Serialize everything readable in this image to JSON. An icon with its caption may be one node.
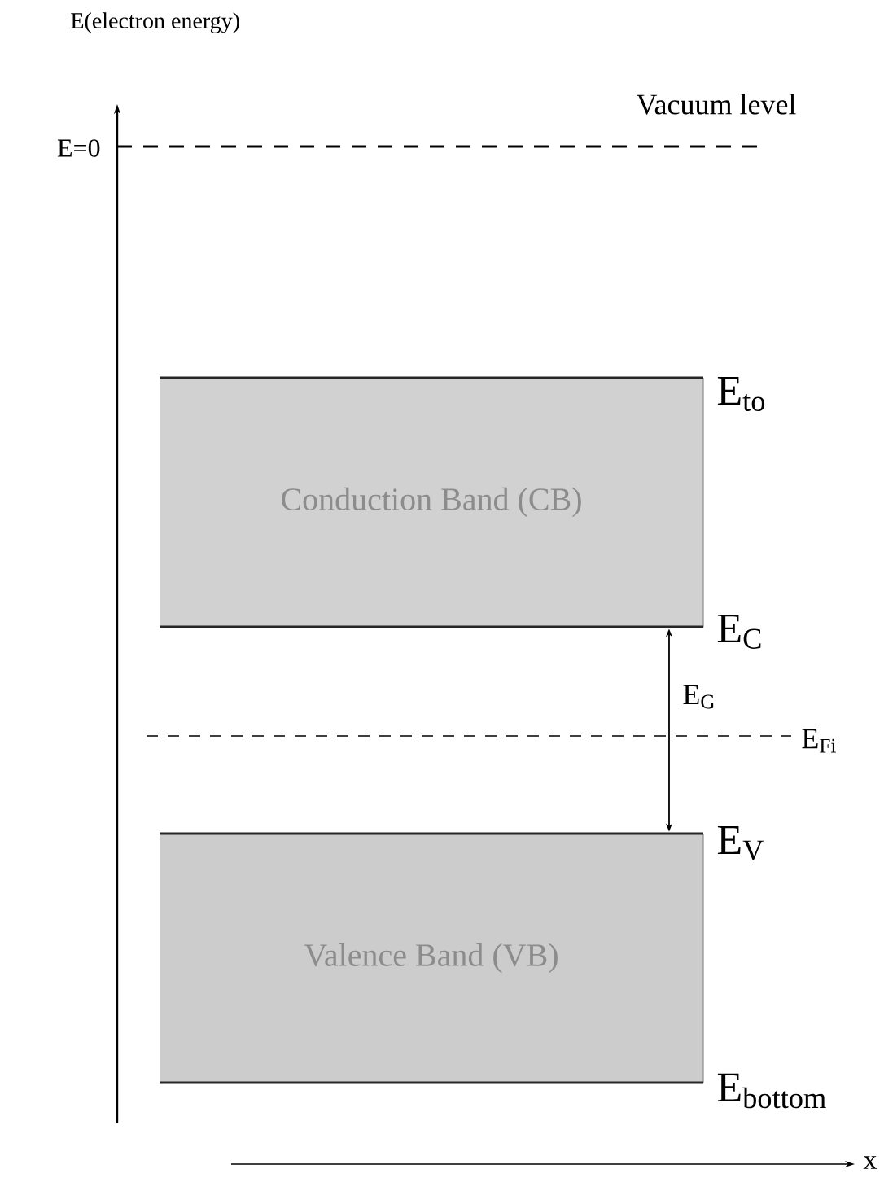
{
  "diagram": {
    "nodes": [
      {
        "text": [
          "Conduction Band (CB)"
        ]
      },
      {
        "text": [
          "Valence Band (VB)"
        ]
      }
    ],
    "edges": [
      {
        "from": 0,
        "to": 1,
        "arrow": "both",
        "label": "E$_{G}$"
      }
    ],
    "labels": [
      "E(electron energy)",
      "E=0",
      "Vacuum level",
      "E$_{to}$",
      "E$_{C}$",
      "E$_{Fi}$",
      "E$_{V}$",
      "E$_{bottom}$",
      "x"
    ]
  }
}
